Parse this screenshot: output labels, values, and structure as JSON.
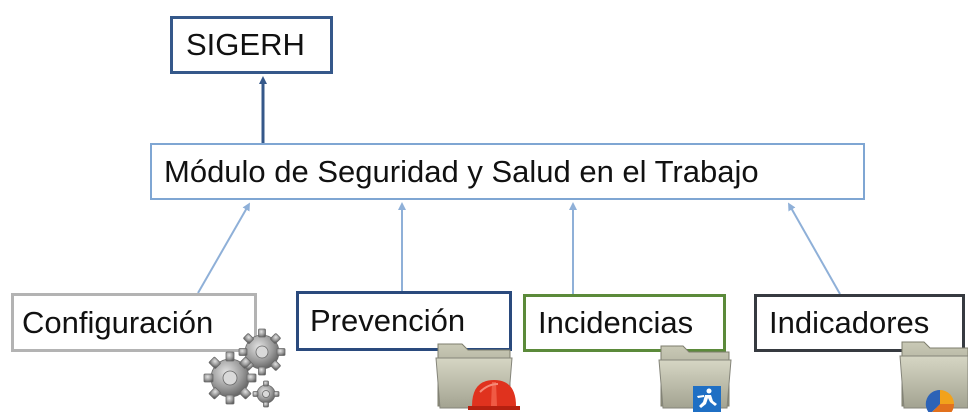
{
  "diagram": {
    "top_node": {
      "label": "SIGERH"
    },
    "middle_node": {
      "label": "Módulo de Seguridad y Salud en el Trabajo"
    },
    "submodules": [
      {
        "label": "Configuración",
        "icon": "gears-icon"
      },
      {
        "label": "Prevención",
        "icon": "folder-hardhat-icon"
      },
      {
        "label": "Incidencias",
        "icon": "folder-running-person-icon"
      },
      {
        "label": "Indicadores",
        "icon": "folder-pie-chart-icon"
      }
    ]
  },
  "colors": {
    "top_border": "#35588a",
    "middle_border": "#7fa6d3",
    "configuracion_border": "#b3b3b3",
    "prevencion_border": "#2a4a7d",
    "incidencias_border": "#5b8a3a",
    "indicadores_border": "#363a40",
    "arrow_dark": "#35588a",
    "arrow_light": "#8fb0d8"
  }
}
